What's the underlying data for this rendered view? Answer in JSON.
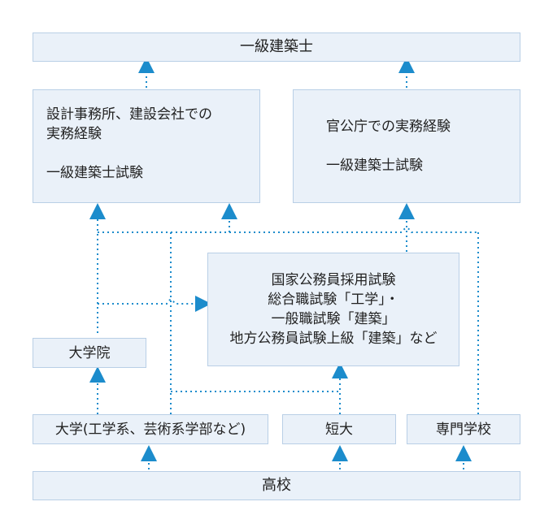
{
  "nodes": {
    "top": "一級建築士",
    "private_practice": {
      "line1": "設計事務所、建設会社での",
      "line2": "実務経験",
      "exam": "一級建築士試験"
    },
    "public_practice": {
      "line1": "官公庁での実務経験",
      "exam": "一級建築士試験"
    },
    "civil_service": {
      "line1": "国家公務員採用試験",
      "line2": "総合職試験「工学」・",
      "line3": "一般職試験「建築」",
      "line4": "地方公務員試験上級「建築」など"
    },
    "graduate": "大学院",
    "university": "大学(工学系、芸術系学部など)",
    "junior_college": "短大",
    "vocational": "専門学校",
    "high_school": "高校"
  },
  "colors": {
    "box_fill": "#eaf1f9",
    "box_border": "#b9cfe6",
    "connector": "#1c8ccc"
  }
}
